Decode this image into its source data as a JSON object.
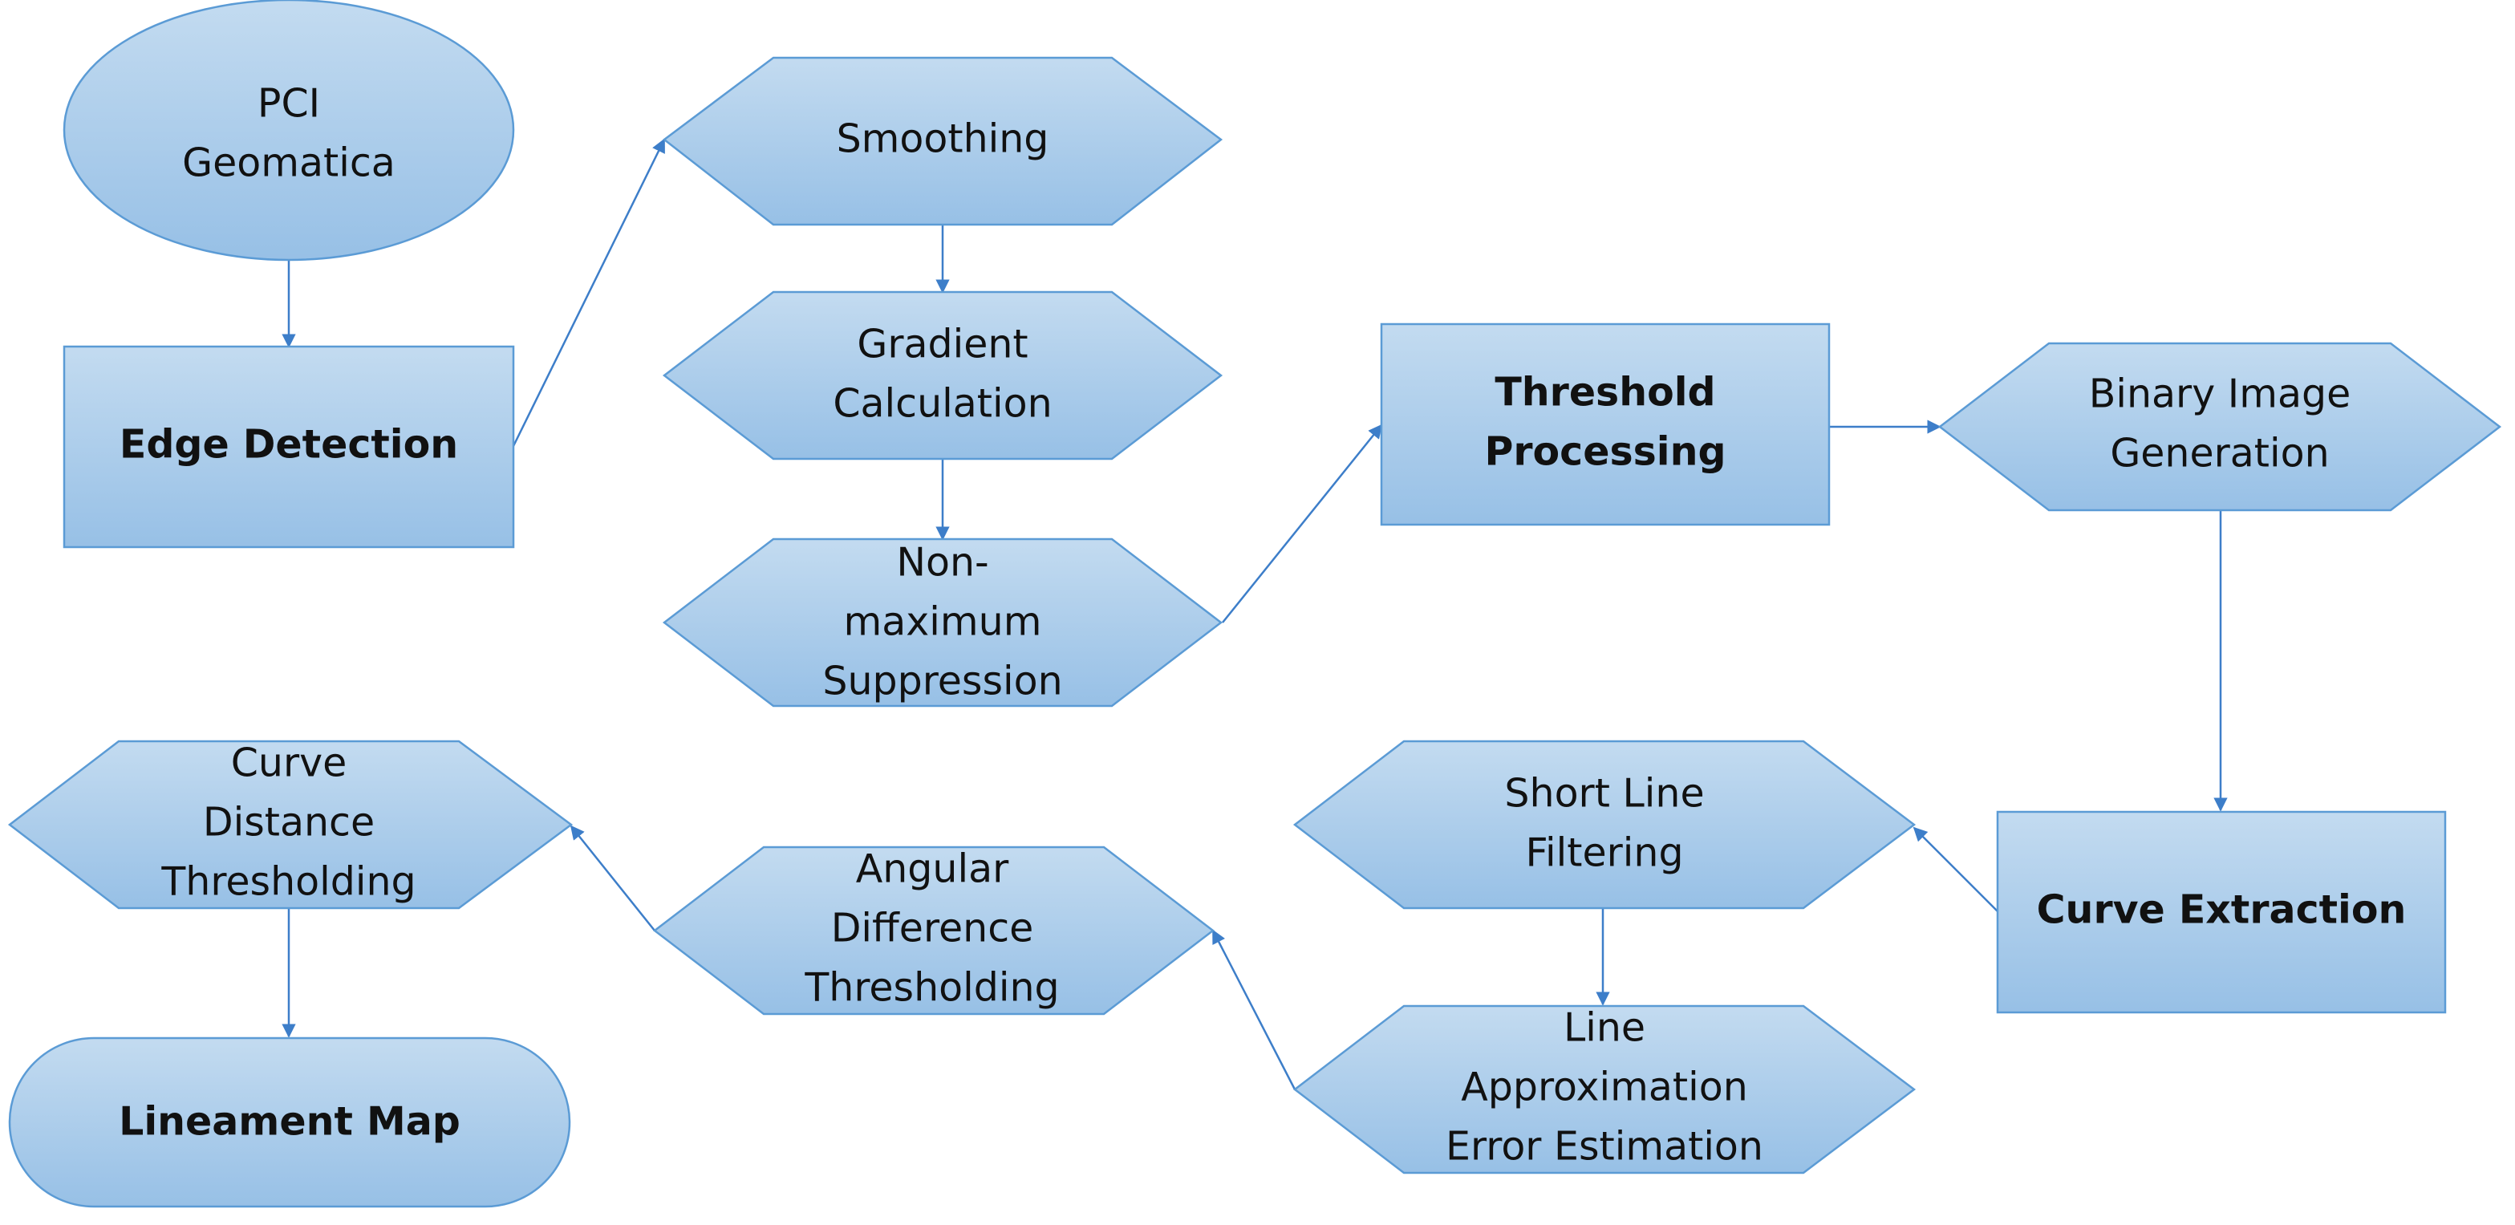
{
  "nodes": {
    "pci_geomatica": [
      "PCI",
      "Geomatica"
    ],
    "edge_detection": [
      "Edge Detection"
    ],
    "smoothing": [
      "Smoothing"
    ],
    "gradient_calculation": [
      "Gradient",
      "Calculation"
    ],
    "non_maximum_suppression": [
      "Non-",
      "maximum",
      "Suppression"
    ],
    "threshold_processing": [
      "Threshold",
      "Processing"
    ],
    "binary_image_generation": [
      "Binary Image",
      "Generation"
    ],
    "curve_extraction": [
      "Curve Extraction"
    ],
    "short_line_filtering": [
      "Short Line",
      "Filtering"
    ],
    "line_approximation_error_estimation": [
      "Line",
      "Approximation",
      "Error Estimation"
    ],
    "angular_difference_thresholding": [
      "Angular",
      "Difference",
      "Thresholding"
    ],
    "curve_distance_thresholding": [
      "Curve",
      "Distance",
      "Thresholding"
    ],
    "lineament_map": [
      "Lineament Map"
    ]
  },
  "colors": {
    "fill_top": "#bdd7ee",
    "fill_bottom": "#9cc3e6",
    "stroke": "#5b9bd5",
    "connector": "#3d7ec9",
    "text": "#111111"
  }
}
